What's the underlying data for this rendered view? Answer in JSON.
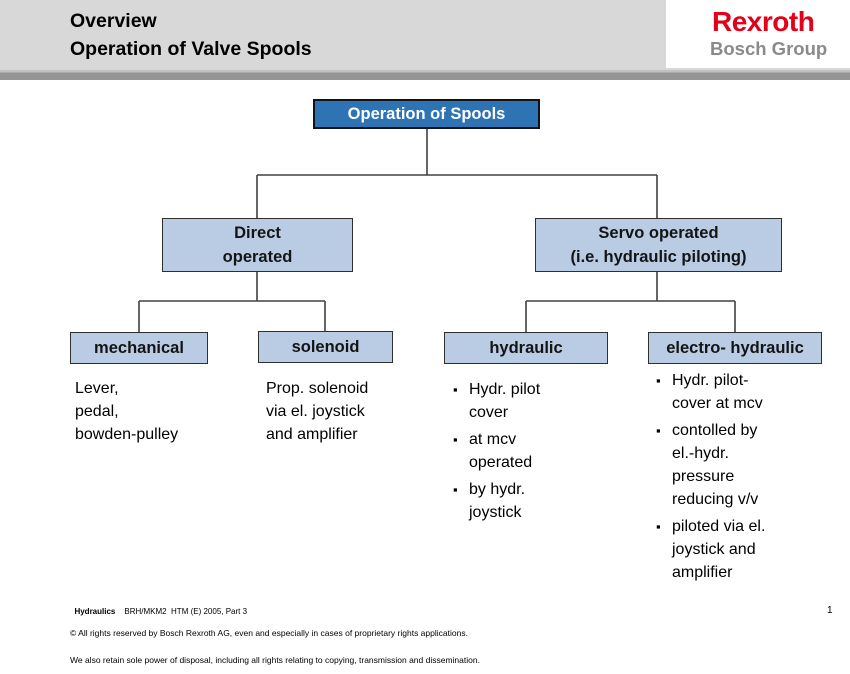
{
  "header": {
    "title_line1": "Overview",
    "title_line2": "Operation of Valve Spools",
    "logo": {
      "brand": "Rexroth",
      "group": "Bosch Group",
      "brand_color": "#e2001a",
      "group_color": "#8a8a8a"
    }
  },
  "diagram": {
    "colors": {
      "root_fill": "#2e74b5",
      "root_text": "#ffffff",
      "node_fill": "#b9cce4",
      "connector": "#404040"
    },
    "root": {
      "label": "Operation of Spools"
    },
    "level2": [
      {
        "label": "Direct\noperated"
      },
      {
        "label": "Servo operated\n(i.e. hydraulic piloting)"
      }
    ],
    "level3": [
      {
        "label": "mechanical",
        "parent": "Direct operated",
        "description": "Lever,\npedal,\nbowden-pulley"
      },
      {
        "label": "solenoid",
        "parent": "Direct operated",
        "description": "Prop. solenoid\nvia el. joystick\nand amplifier"
      },
      {
        "label": "hydraulic",
        "parent": "Servo operated (i.e. hydraulic piloting)",
        "bullets": [
          "Hydr. pilot cover",
          "at mcv operated",
          "by hydr. joystick"
        ]
      },
      {
        "label": "electro- hydraulic",
        "parent": "Servo operated (i.e. hydraulic piloting)",
        "bullets": [
          "Hydr. pilot-cover at mcv",
          "contolled by el.-hydr. pressure reducing v/v",
          "piloted via el. joystick and amplifier"
        ]
      }
    ]
  },
  "footer": {
    "doc_label": "Hydraulics",
    "doc_ref": "BRH/MKM2  HTM (E) 2005, Part 3",
    "copyright_line1": "© All rights reserved by Bosch Rexroth AG, even and especially in cases of proprietary rights applications.",
    "copyright_line2": "We also retain sole power of disposal, including all rights relating to copying, transmission and dissemination.",
    "page_number": "1"
  }
}
